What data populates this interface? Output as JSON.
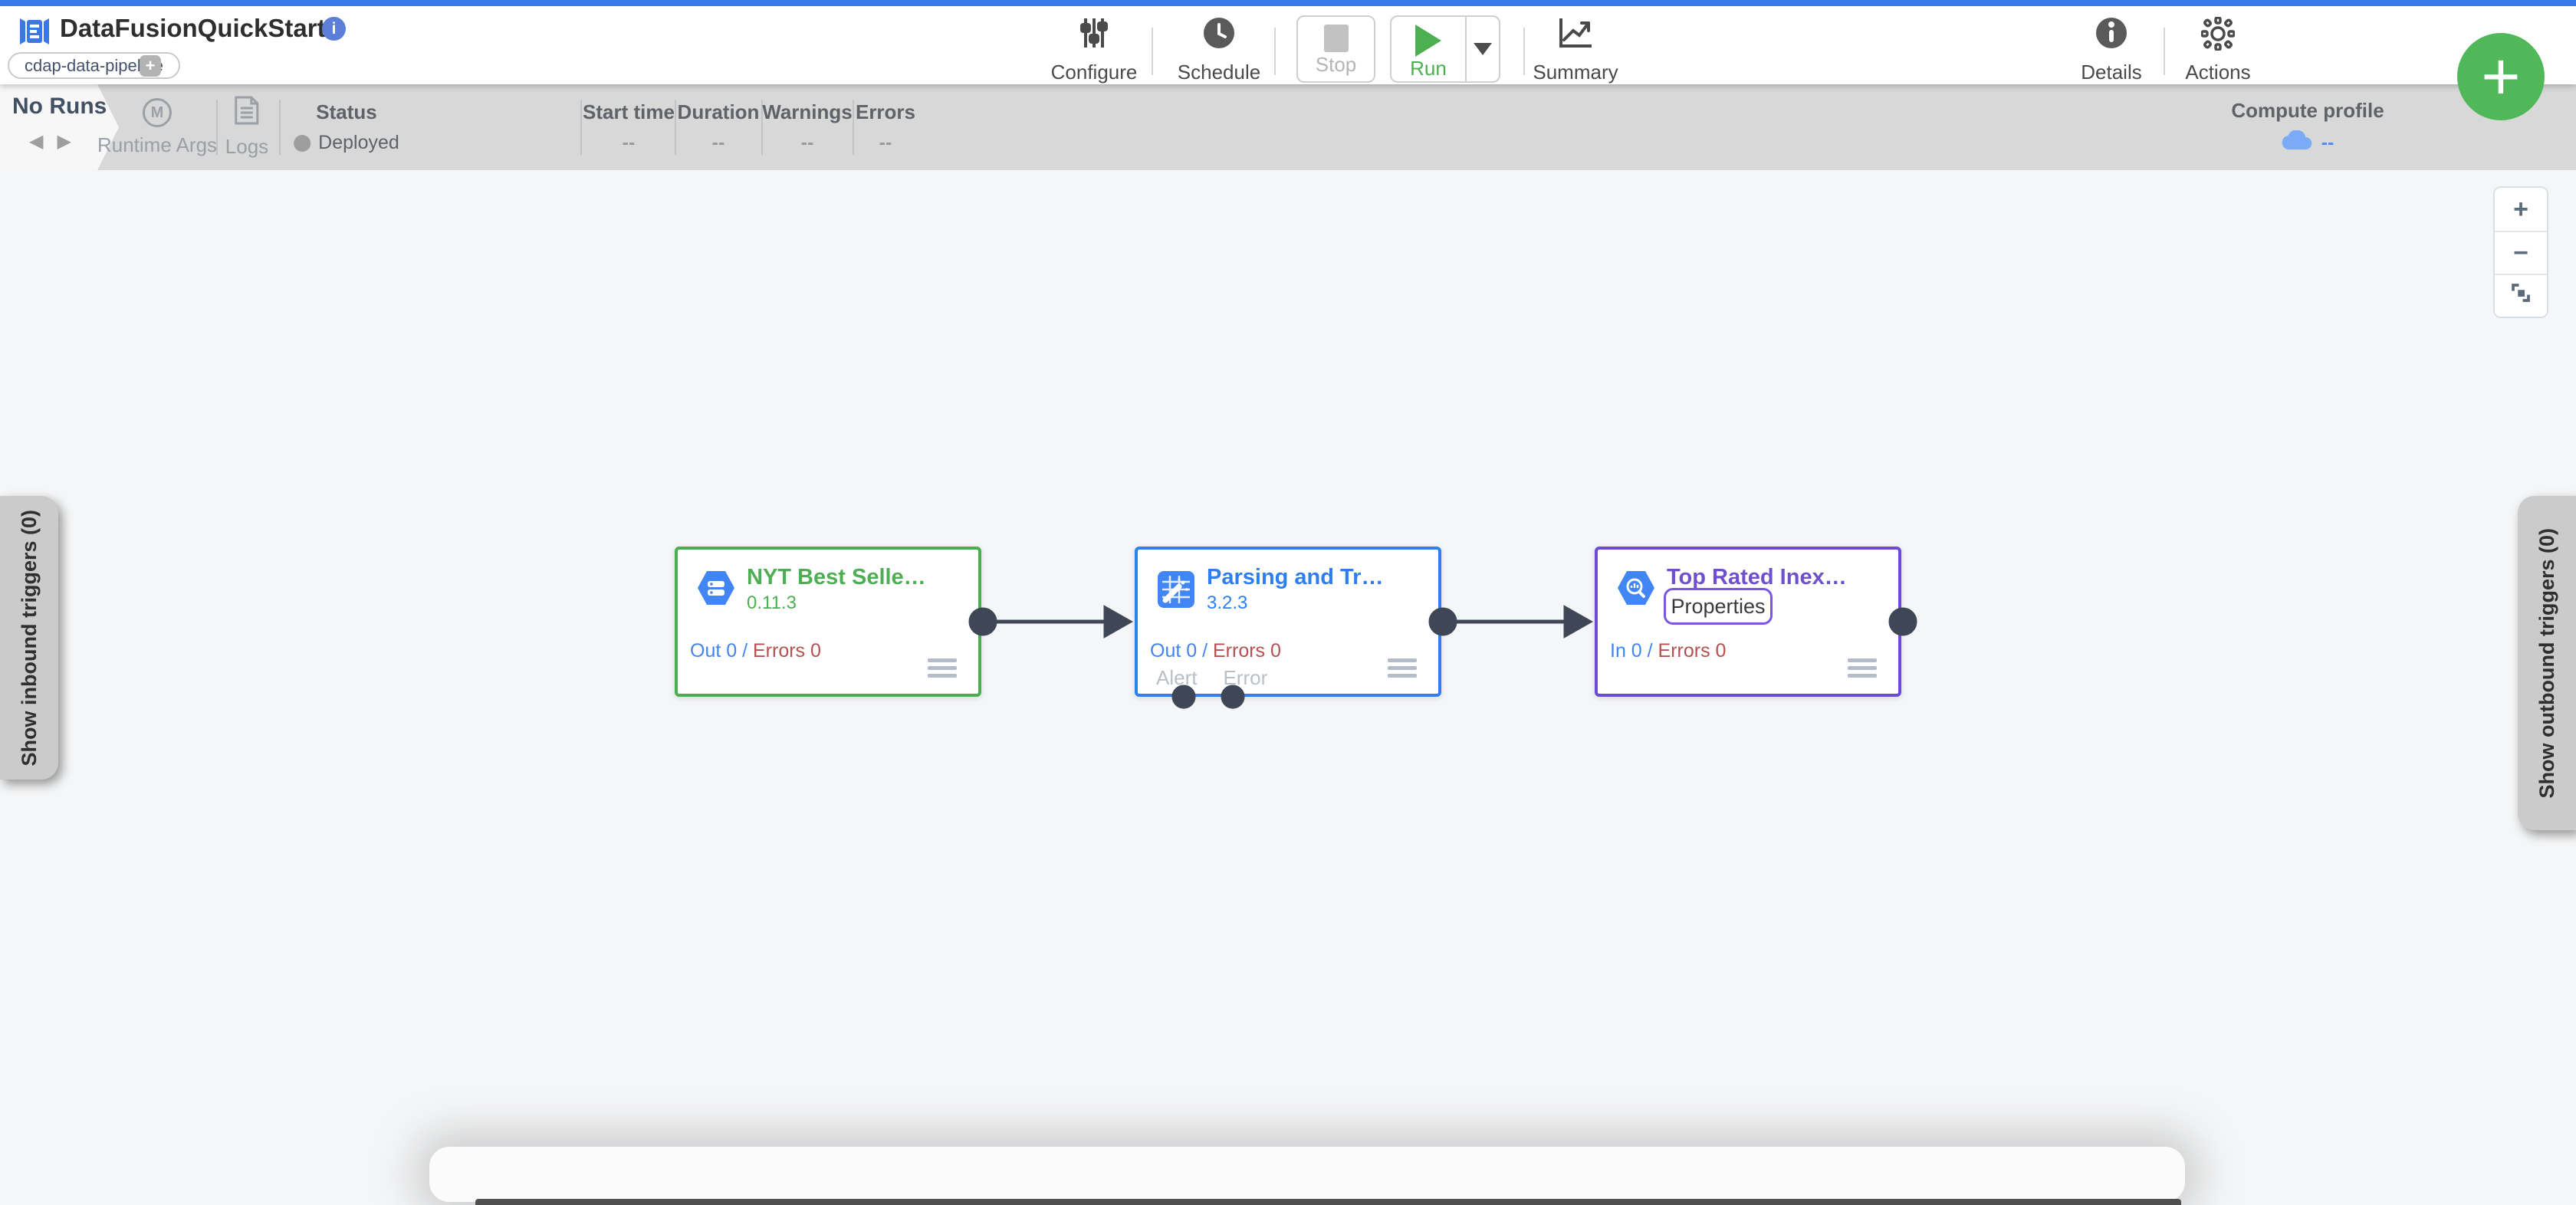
{
  "app": {
    "title": "DataFusionQuickStart",
    "tag": "cdap-data-pipeline",
    "add_tag_label": "+",
    "fab_label": "+"
  },
  "toolbar": {
    "configure": "Configure",
    "schedule": "Schedule",
    "stop": "Stop",
    "run": "Run",
    "summary": "Summary",
    "details": "Details",
    "actions": "Actions"
  },
  "runbar": {
    "runs_label": "No Runs",
    "prev_run": "◀",
    "next_run": "▶",
    "runtime_args": "Runtime Args",
    "runtime_args_icon_letter": "M",
    "logs": "Logs",
    "status_label": "Status",
    "status_value": "Deployed",
    "stats": [
      {
        "label": "Start time",
        "value": "--"
      },
      {
        "label": "Duration",
        "value": "--"
      },
      {
        "label": "Warnings",
        "value": "--"
      },
      {
        "label": "Errors",
        "value": "--"
      }
    ],
    "compute_profile_label": "Compute profile",
    "compute_profile_value": "--"
  },
  "canvas": {
    "nodes": [
      {
        "title": "NYT Best Selle…",
        "version": "0.11.3",
        "metric_left": "Out 0",
        "metric_sep": " / ",
        "metric_right": "Errors 0",
        "accent": "#4bad4f"
      },
      {
        "title": "Parsing and Tr…",
        "version": "3.2.3",
        "metric_left": "Out 0",
        "metric_sep": " / ",
        "metric_right": "Errors 0",
        "ports": [
          "Alert",
          "Error"
        ],
        "accent": "#2e7ff1"
      },
      {
        "title": "Top Rated Inex…",
        "properties_label": "Properties",
        "metric_left": "In 0",
        "metric_sep": " / ",
        "metric_right": "Errors 0",
        "accent": "#6a4ad6"
      }
    ],
    "inbound_triggers": "Show inbound triggers (0)",
    "outbound_triggers": "Show outbound triggers (0)",
    "zoom_in": "+",
    "zoom_out": "−"
  },
  "colors": {
    "topbar_blue": "#3b78e7",
    "runbar_gray": "#d8d8d8",
    "run_green": "#4caf50",
    "fab_green": "#51b85a",
    "metric_blue": "#4285f4",
    "metric_red": "#b5514e",
    "port_slate": "#3f4756",
    "node_green": "#4bad4f",
    "node_blue": "#2e7ff1",
    "node_purple": "#6a4ad6"
  }
}
